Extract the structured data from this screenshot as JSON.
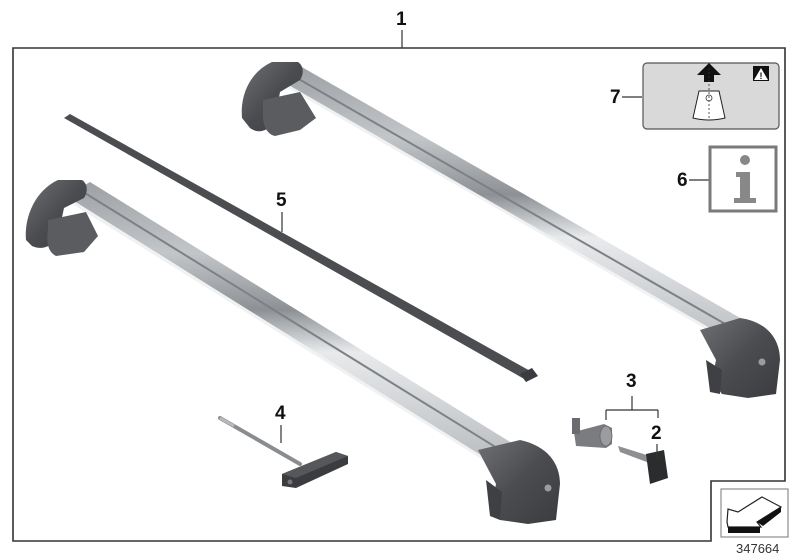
{
  "diagram": {
    "type": "parts-exploded-view",
    "reference_number": "347664",
    "callouts": [
      {
        "id": "1",
        "label": "1",
        "part": "roof-rack-set-frame"
      },
      {
        "id": "2",
        "label": "2",
        "part": "key"
      },
      {
        "id": "3",
        "label": "3",
        "part": "lock-cylinder-with-key"
      },
      {
        "id": "4",
        "label": "4",
        "part": "t-handle-wrench"
      },
      {
        "id": "5",
        "label": "5",
        "part": "rubber-strip"
      },
      {
        "id": "6",
        "label": "6",
        "part": "information-icon"
      },
      {
        "id": "7",
        "label": "7",
        "part": "warning-label"
      }
    ],
    "info_glyph": "i",
    "warning_glyph": "!"
  },
  "colors": {
    "frame": "#333333",
    "bar_silver": "#c8cbce",
    "bar_highlight": "#e6e8ea",
    "bar_groove": "#8e9296",
    "foot_dark": "#4a4c4f",
    "foot_mid": "#6a6c70",
    "strip": "#4b4d50",
    "label_bg": "#d9d9d9",
    "info_border": "#7a7a7a",
    "info_glyph": "#888888"
  }
}
